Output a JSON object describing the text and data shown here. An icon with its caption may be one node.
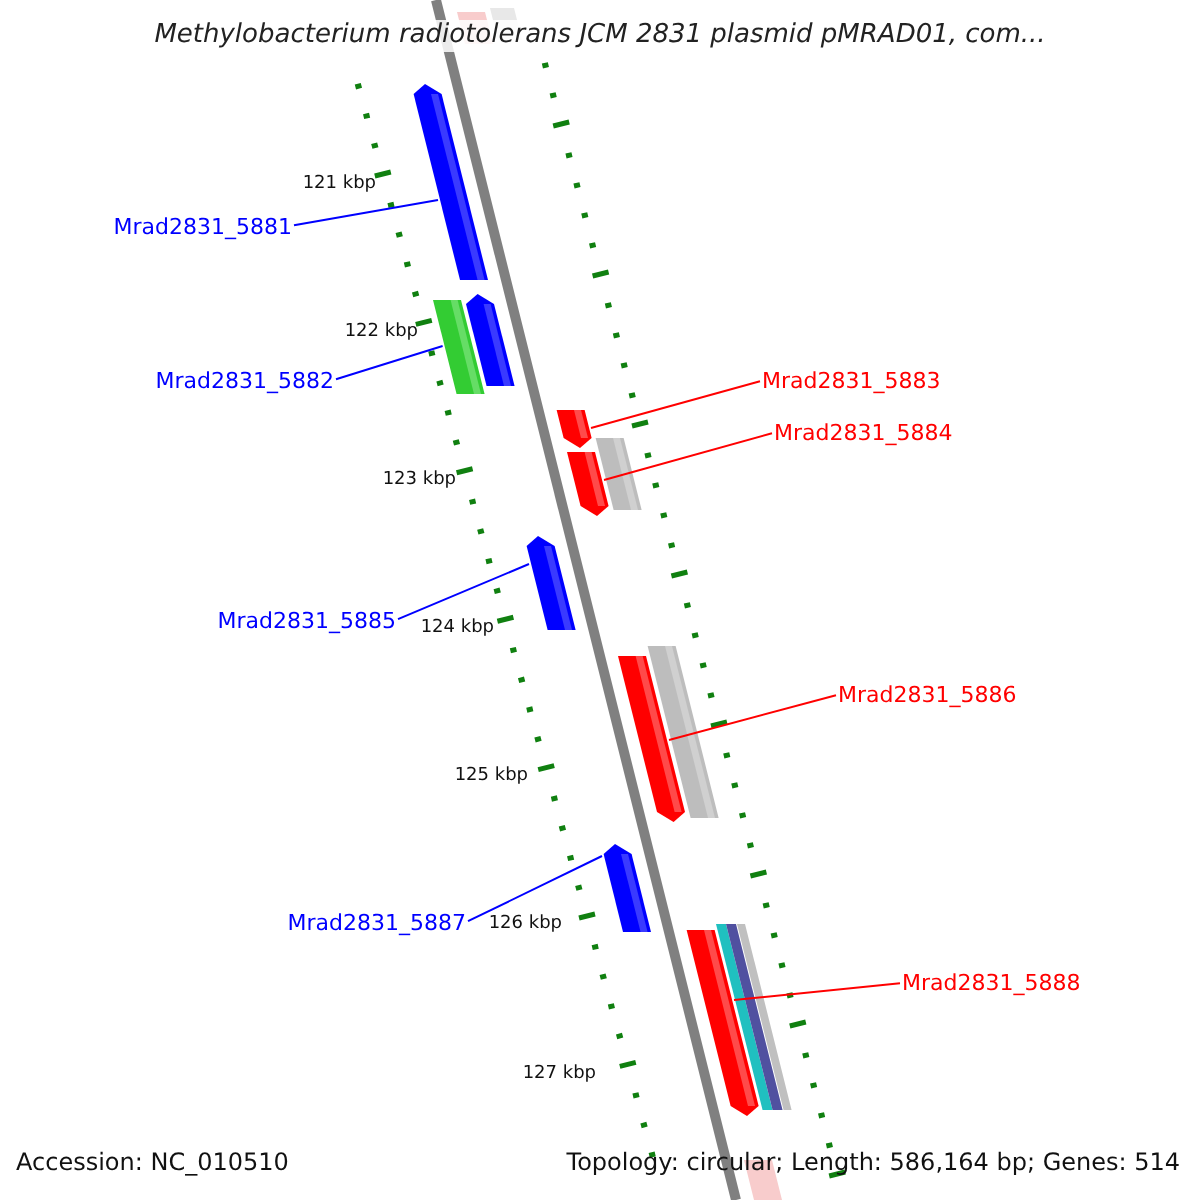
{
  "diagram": {
    "title": "Methylobacterium radiotolerans JCM 2831 plasmid pMRAD01, com...",
    "nodes": [
      {
        "text": [
          "Mrad2831_5881"
        ]
      },
      {
        "text": [
          "Mrad2831_5882"
        ]
      },
      {
        "text": [
          "Mrad2831_5883"
        ]
      },
      {
        "text": [
          "Mrad2831_5884"
        ]
      },
      {
        "text": [
          "Mrad2831_5885"
        ]
      },
      {
        "text": [
          "Mrad2831_5886"
        ]
      },
      {
        "text": [
          "Mrad2831_5887"
        ]
      },
      {
        "text": [
          "Mrad2831_5888"
        ]
      },
      {
        "text": [],
        "shape": "arrow"
      },
      {
        "text": [],
        "shape": "bar"
      },
      {
        "text": [],
        "shape": "arrow"
      },
      {
        "text": [],
        "shape": "arrow"
      },
      {
        "text": [],
        "shape": "arrow"
      },
      {
        "text": [],
        "shape": "arrow"
      },
      {
        "text": [],
        "shape": "arrow"
      },
      {
        "text": [],
        "shape": "arrow"
      }
    ],
    "edges": [
      {
        "from": 0,
        "to": 8,
        "arrow": "none",
        "color": "#0000ff"
      },
      {
        "from": 1,
        "to": 9,
        "arrow": "none",
        "color": "#0000ff"
      },
      {
        "from": 2,
        "to": 10,
        "arrow": "none",
        "color": "#ff0000"
      },
      {
        "from": 3,
        "to": 11,
        "arrow": "none",
        "color": "#ff0000"
      },
      {
        "from": 4,
        "to": 12,
        "arrow": "none",
        "color": "#0000ff"
      },
      {
        "from": 5,
        "to": 13,
        "arrow": "none",
        "color": "#ff0000"
      },
      {
        "from": 6,
        "to": 14,
        "arrow": "none",
        "color": "#0000ff"
      },
      {
        "from": 7,
        "to": 15,
        "arrow": "none",
        "color": "#ff0000"
      }
    ],
    "labels": [
      "121 kbp",
      "122 kbp",
      "123 kbp",
      "124 kbp",
      "125 kbp",
      "126 kbp",
      "127 kbp",
      "Accession: NC_010510",
      "Topology: circular; Length: 586,164 bp; Genes: 514"
    ]
  }
}
